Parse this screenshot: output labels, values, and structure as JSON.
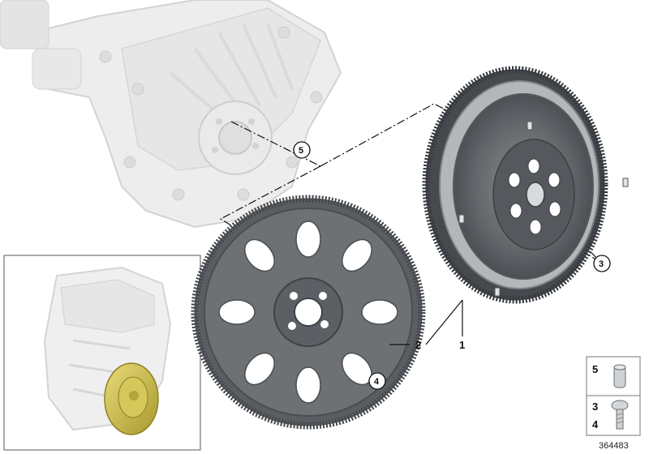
{
  "diagram": {
    "callouts": {
      "flywheel": "1",
      "flexplate": "2",
      "flywheel_bolt": "3",
      "flexplate_bolt": "4",
      "crank_bolt": "5"
    },
    "legend": {
      "row_top": "5",
      "row_mid": "3",
      "row_bot": "4"
    },
    "reference_number": "364483"
  },
  "colors": {
    "engine_block_fill": "#ececec",
    "engine_block_stroke": "#cfcfcf",
    "flywheel_dark": "#5f6366",
    "flywheel_light": "#b3b7ba",
    "flexplate": "#6d7174",
    "highlight_gold": "#c9b84a",
    "line": "#111111"
  }
}
